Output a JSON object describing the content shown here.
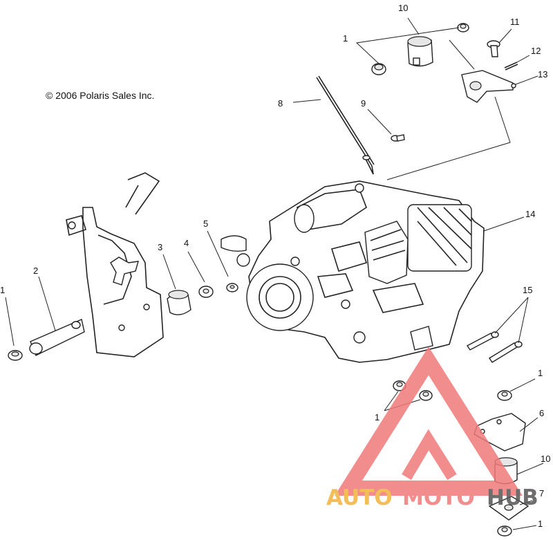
{
  "copyright": "© 2006 Polaris Sales Inc.",
  "callouts": [
    {
      "id": "c1a",
      "text": "1"
    },
    {
      "id": "c10a",
      "text": "10"
    },
    {
      "id": "c11",
      "text": "11"
    },
    {
      "id": "c12",
      "text": "12"
    },
    {
      "id": "c13",
      "text": "13"
    },
    {
      "id": "c8",
      "text": "8"
    },
    {
      "id": "c9",
      "text": "9"
    },
    {
      "id": "c14",
      "text": "14"
    },
    {
      "id": "c5",
      "text": "5"
    },
    {
      "id": "c4",
      "text": "4"
    },
    {
      "id": "c3",
      "text": "3"
    },
    {
      "id": "c2",
      "text": "2"
    },
    {
      "id": "c1b",
      "text": "1"
    },
    {
      "id": "c15",
      "text": "15"
    },
    {
      "id": "c1c",
      "text": "1"
    },
    {
      "id": "c6",
      "text": "6"
    },
    {
      "id": "c1d",
      "text": "1"
    },
    {
      "id": "c10b",
      "text": "10"
    },
    {
      "id": "c7",
      "text": "7"
    },
    {
      "id": "c1e",
      "text": "1"
    }
  ],
  "watermark": {
    "part1": "AUTO",
    "part2": "MOTO",
    "part3": "HUB",
    "colors": {
      "auto": "#f2b33d",
      "moto": "#f07a7a",
      "hub": "#555555",
      "triangle": "#f07a7a"
    }
  }
}
